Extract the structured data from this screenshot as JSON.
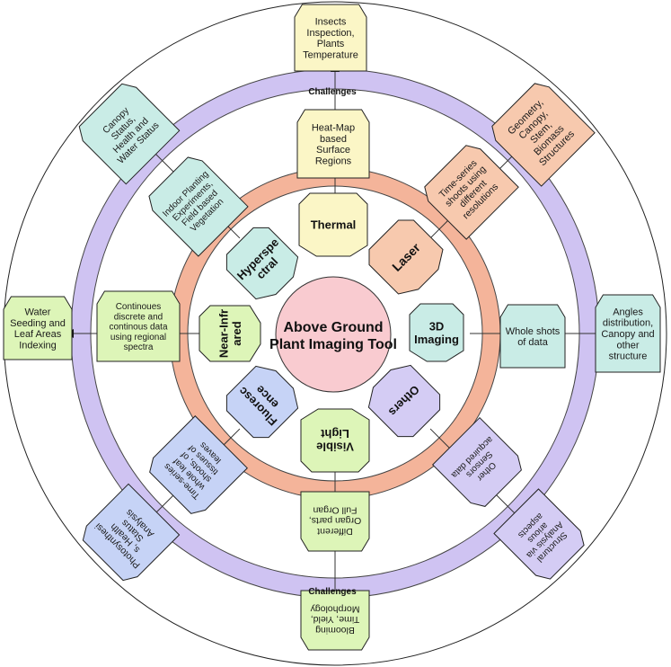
{
  "center": {
    "line1": "Above Ground",
    "line2": "Plant Imaging Tool"
  },
  "ring_labels": {
    "top": "Challenges",
    "bottom": "Challenges"
  },
  "colors": {
    "outer_ring": "#cfc3f2",
    "inner_ring": "#f4b49a",
    "center": "#f9cbd0",
    "yellow": "#fbf6c6",
    "peach": "#f7c9ae",
    "teal": "#c9ece6",
    "mint": "#daf5ec",
    "green": "#ddf5b8",
    "lavender": "#d4ccf4",
    "blue": "#c6d3f6"
  },
  "techniques": [
    {
      "id": "thermal",
      "lines": [
        "Thermal"
      ],
      "apps": [
        "Heat-Map",
        "based",
        "Surface",
        "Regions"
      ],
      "challenges": [
        "Insects",
        "Inspection,",
        "Plants",
        "Temperature"
      ]
    },
    {
      "id": "laser",
      "lines": [
        "Laser"
      ],
      "apps": [
        "Time-series",
        "shoots using",
        "different",
        "resolutions"
      ],
      "challenges": [
        "Geometry,",
        "Canopy,",
        "Stem,",
        "Biomass",
        "Structures"
      ]
    },
    {
      "id": "imaging3d",
      "lines": [
        "3D",
        "Imaging"
      ],
      "apps": [
        "Whole shots",
        "of data"
      ],
      "challenges": [
        "Angles",
        "distribution,",
        "Canopy and",
        "other",
        "structure"
      ]
    },
    {
      "id": "others",
      "lines": [
        "Others"
      ],
      "apps": [
        "Other",
        "Sensors",
        "acquired data"
      ],
      "challenges": [
        "Structural",
        "Analysis via",
        "arious",
        "aspects"
      ]
    },
    {
      "id": "visible",
      "lines": [
        "Visible",
        "Light"
      ],
      "apps": [
        "Different",
        "Organ parts,",
        "Full Organ"
      ],
      "challenges": [
        "Blooming",
        "Time, Yield,",
        "Morphology"
      ]
    },
    {
      "id": "fluorescence",
      "lines": [
        "Fluoresc",
        "ence"
      ],
      "apps": [
        "Time-series",
        "whole leaf",
        "shoots, of",
        "tissues of",
        "leaves"
      ],
      "challenges": [
        "Photosynthesi",
        "s, Health",
        "Status",
        "Analysis"
      ]
    },
    {
      "id": "nir",
      "lines": [
        "Near-Infr",
        "ared"
      ],
      "apps": [
        "Continoues",
        "discrete and",
        "continous data",
        "using regional",
        "spectra"
      ],
      "challenges": [
        "Water",
        "Seeding and",
        "Leaf Areas",
        "Indexing"
      ]
    },
    {
      "id": "hyperspectral",
      "lines": [
        "Hyperspe",
        "ctral"
      ],
      "apps": [
        "Indoor Planting",
        "Experiments,",
        "Field based",
        "Vegetation"
      ],
      "challenges": [
        "Canopy",
        "Status,",
        "Health and",
        "Water Status"
      ]
    }
  ]
}
